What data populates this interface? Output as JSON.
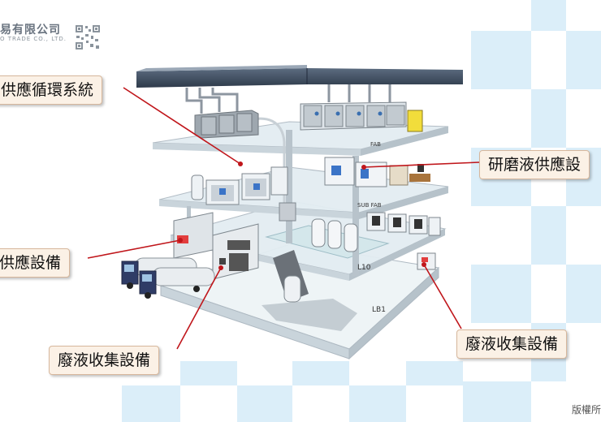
{
  "header": {
    "company_name": "易有限公司",
    "company_sub": "O TRADE CO., LTD."
  },
  "callouts": {
    "top_left": "供應循環系統",
    "right_upper": "研磨液供應設",
    "mid_left": "供應設備",
    "bottom_left": "廢液收集設備",
    "bottom_right": "廢液收集設備"
  },
  "floor_labels": {
    "fab": "FAB",
    "sub_fab": "SUB FAB",
    "l10": "L10",
    "lb1": "LB1"
  },
  "footer": {
    "copyright": "版權所"
  },
  "colors": {
    "checker": "#dbeef9",
    "leader_line": "#c0161b",
    "callout_bg": "#fbf1e6",
    "floor_slab": "#e8f1f4"
  }
}
